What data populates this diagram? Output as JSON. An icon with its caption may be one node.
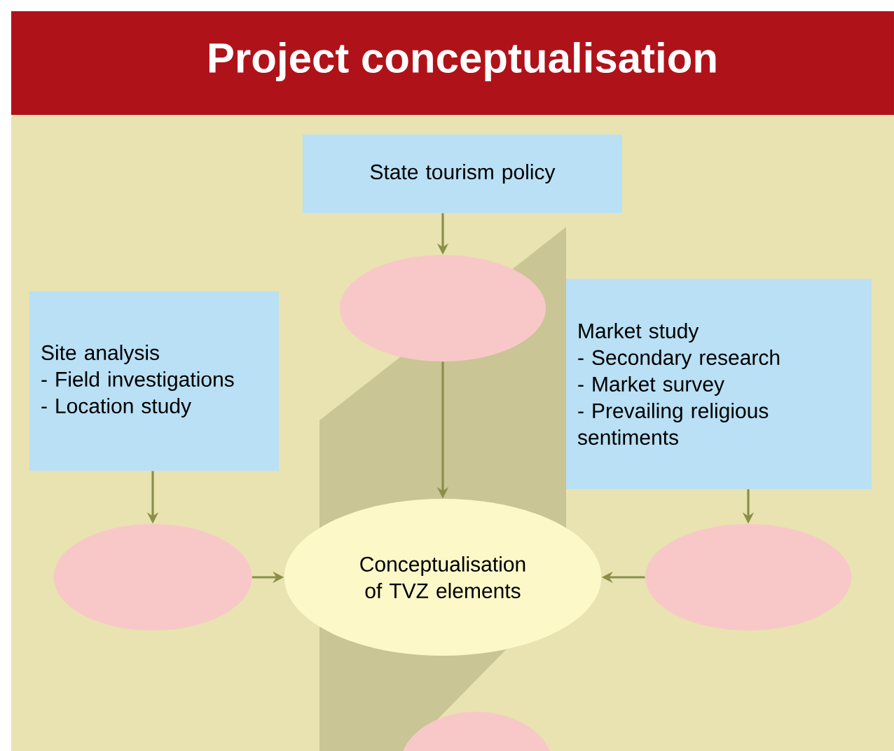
{
  "diagram": {
    "title": "Project conceptualisation",
    "nodes": [
      {
        "text": [
          "State tourism policy"
        ]
      },
      {
        "text": [],
        "shape": "ellipse"
      },
      {
        "text": [
          "Site analysis",
          "- Field investigations",
          "- Location study"
        ]
      },
      {
        "text": [
          "Market study",
          "- Secondary research",
          "- Market survey",
          "- Prevailing religious sentiments"
        ]
      },
      {
        "text": [],
        "shape": "ellipse"
      },
      {
        "text": [
          "Conceptualisation of TVZ elements"
        ]
      },
      {
        "text": [],
        "shape": "ellipse"
      },
      {
        "text": [],
        "shape": "ellipse"
      }
    ],
    "edges": [
      {
        "from": 0,
        "to": 1,
        "arrow": "to"
      },
      {
        "from": 1,
        "to": 5,
        "arrow": "to"
      },
      {
        "from": 2,
        "to": 4,
        "arrow": "to"
      },
      {
        "from": 3,
        "to": 6,
        "arrow": "to"
      },
      {
        "from": 4,
        "to": 5,
        "arrow": "to"
      },
      {
        "from": 6,
        "to": 5,
        "arrow": "to"
      }
    ]
  }
}
